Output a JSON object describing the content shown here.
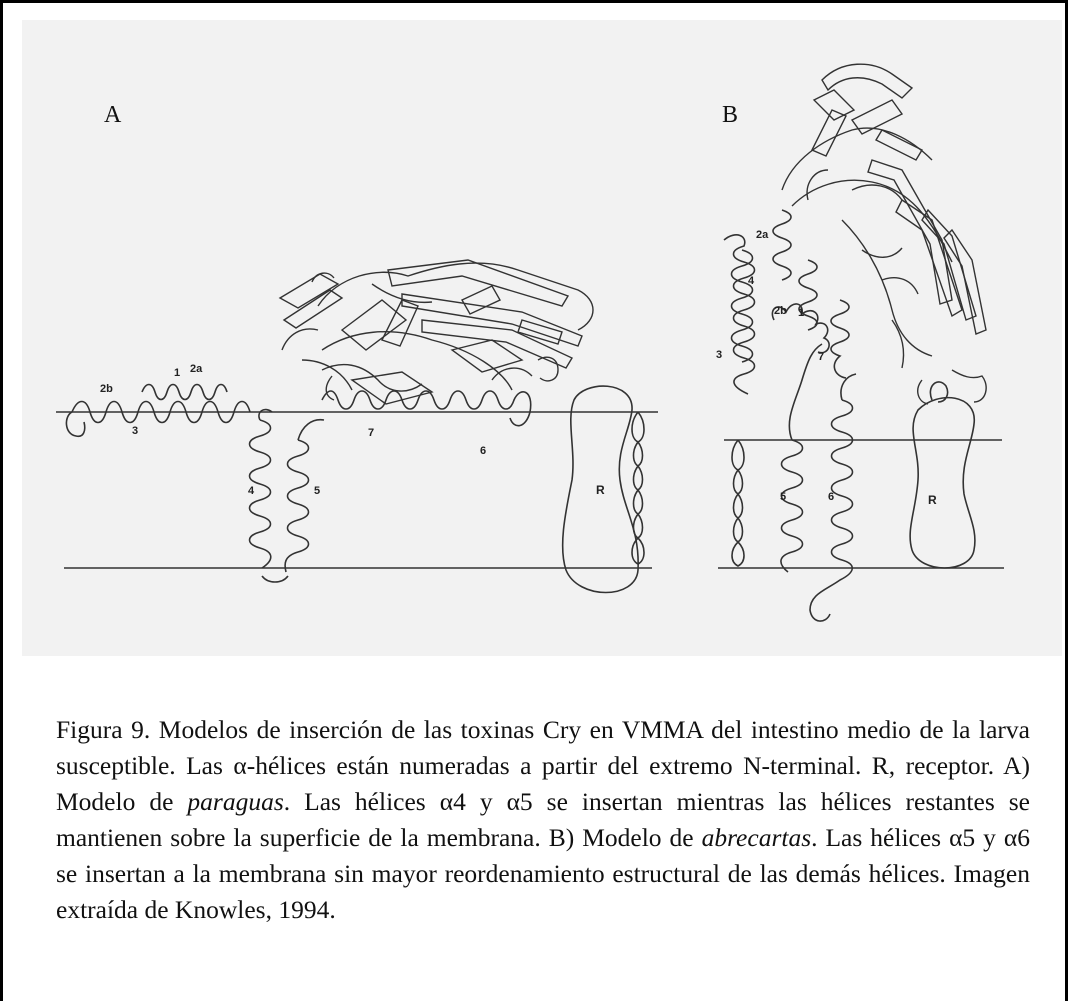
{
  "figure": {
    "panel_a": {
      "label": "A",
      "helix_labels": [
        "2b",
        "1",
        "2a",
        "3",
        "4",
        "5",
        "7",
        "6"
      ],
      "receptor_label": "R"
    },
    "panel_b": {
      "label": "B",
      "helix_labels": [
        "2a",
        "4",
        "2b",
        "1",
        "3",
        "7",
        "5",
        "6"
      ],
      "receptor_label": "R"
    }
  },
  "caption": {
    "part1": "Figura 9. Modelos de inserción de las toxinas Cry en VMMA del intestino medio de la larva susceptible. Las α-hélices están numeradas a partir del extremo N-terminal. R, receptor. A) Modelo de ",
    "italic1": "paraguas",
    "part2": ". Las hélices α4 y α5 se insertan mientras las hélices restantes se mantienen sobre la superficie de la membrana. B) Modelo de ",
    "italic2": "abrecartas",
    "part3": ". Las hélices α5 y α6 se insertan a la membrana sin mayor reordenamiento estructural de las demás hélices.  Imagen extraída de Knowles, 1994."
  }
}
